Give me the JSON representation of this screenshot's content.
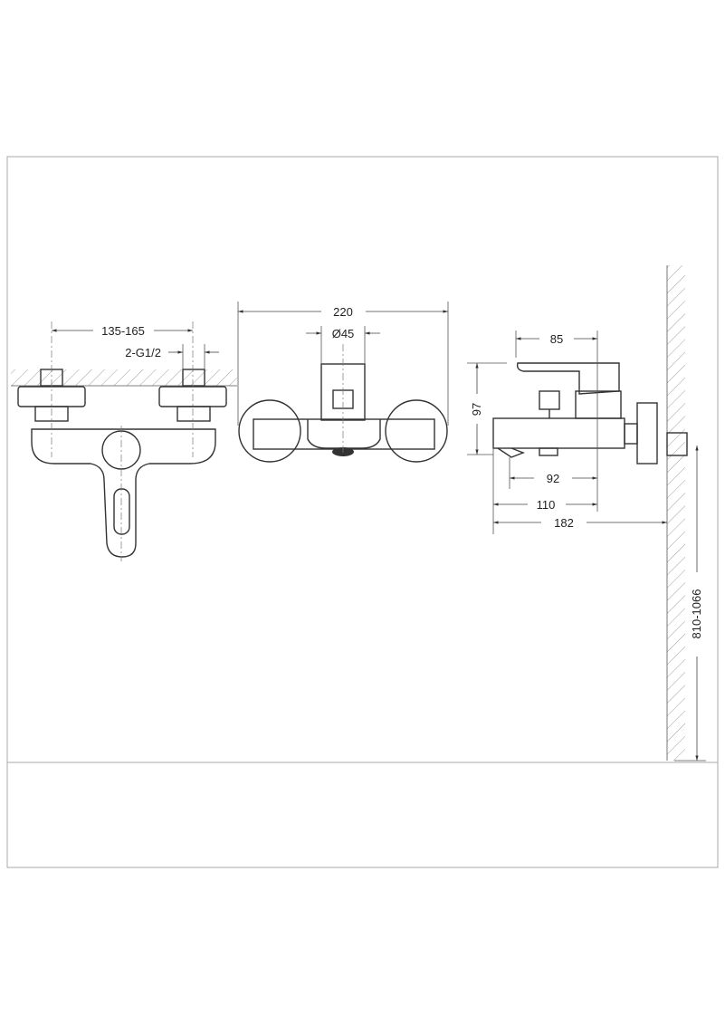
{
  "front_view": {
    "dim_spacing": "135-165",
    "dim_thread": "2-G1/2"
  },
  "top_view": {
    "dim_width": "220",
    "dim_diameter": "Ø45"
  },
  "side_view": {
    "dim_handle": "85",
    "dim_height": "97",
    "dim_spout_inner": "92",
    "dim_spout": "110",
    "dim_projection": "182",
    "dim_mount_height": "810-1066"
  }
}
